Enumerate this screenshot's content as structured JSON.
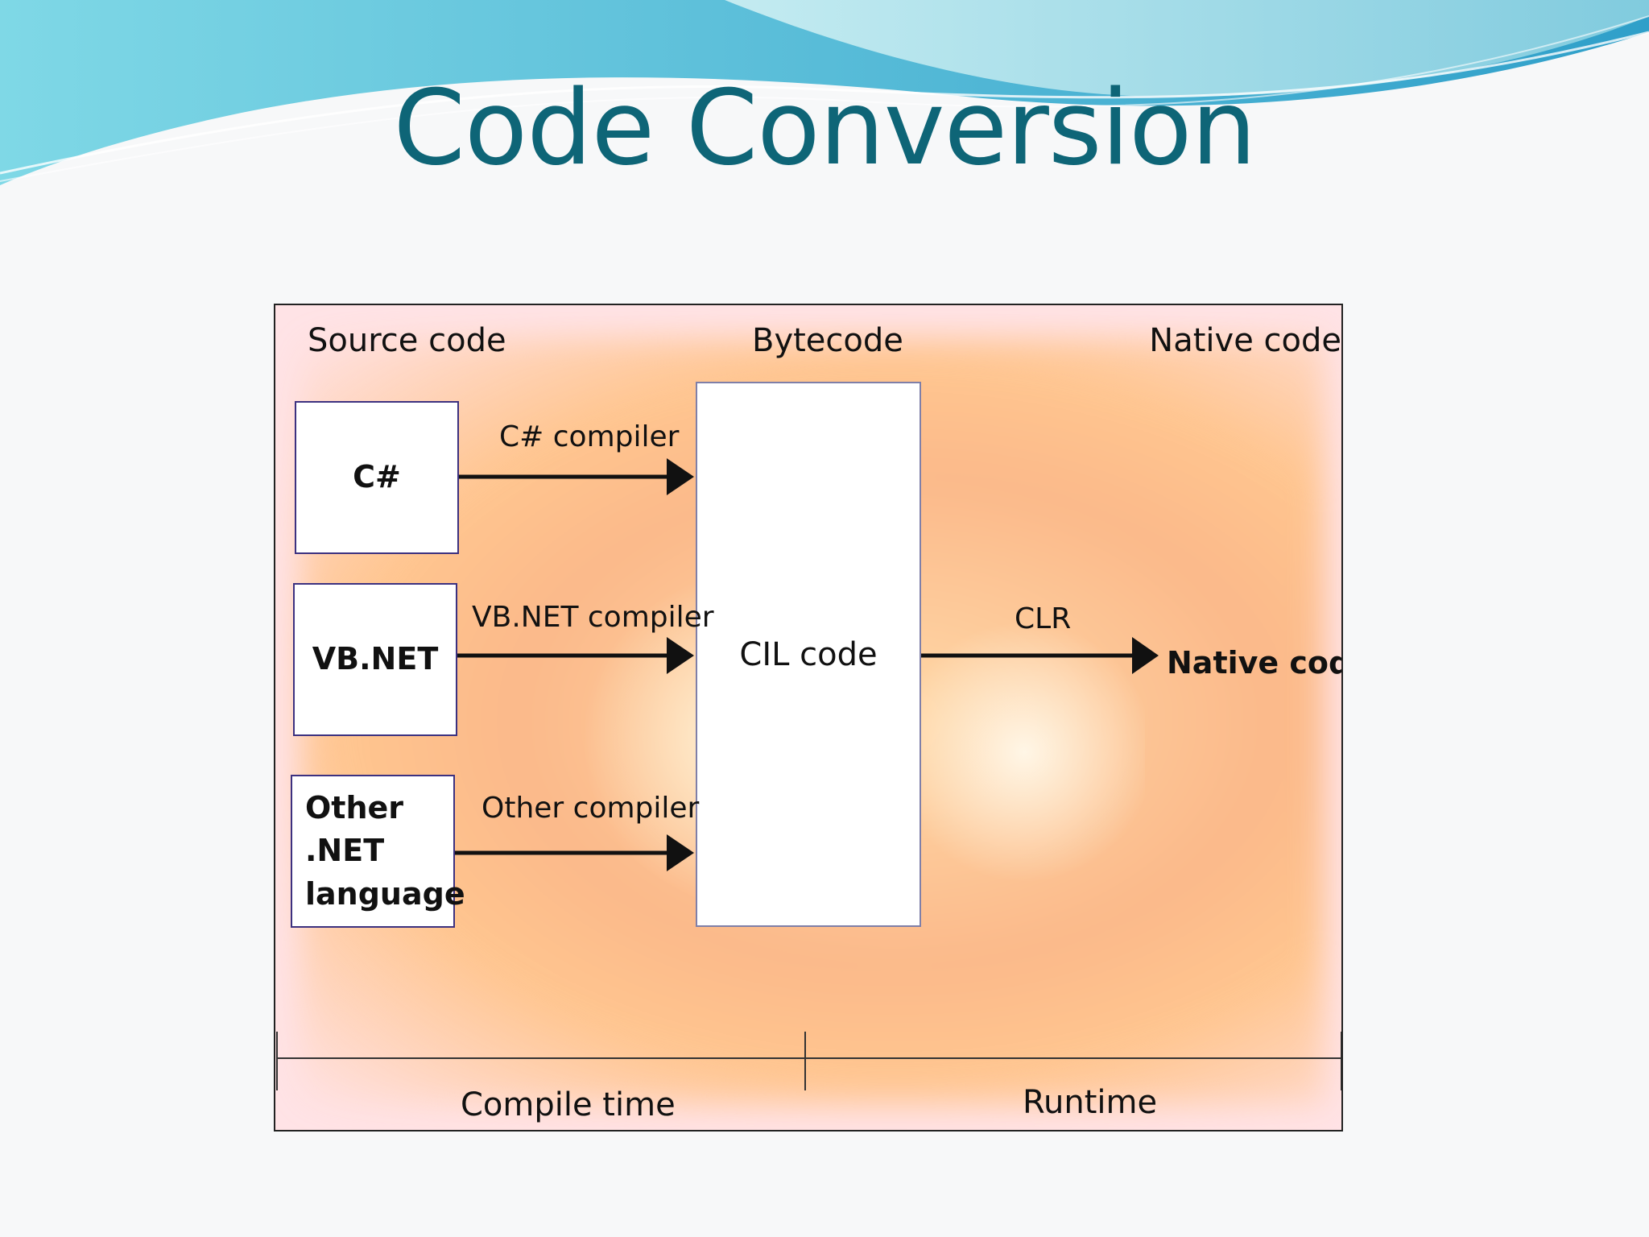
{
  "slide": {
    "title": "Code Conversion"
  },
  "diagram": {
    "columns": [
      "Source code",
      "Bytecode",
      "Native code"
    ],
    "sources": [
      {
        "name": "C#",
        "compiler": "C# compiler"
      },
      {
        "name": "VB.NET",
        "compiler": "VB.NET compiler"
      },
      {
        "name": "Other .NET language",
        "compiler": "Other compiler"
      }
    ],
    "bytecode": "CIL code",
    "runtime": {
      "engine": "CLR",
      "output": "Native code"
    },
    "timeline": [
      "Compile time",
      "Runtime"
    ]
  },
  "colors": {
    "title": "#0e6577",
    "box_border": "#3c3180",
    "wave_light": "#a8e3ea",
    "wave_dark": "#49b6d3",
    "diagram_glow": "#fbb98a"
  }
}
